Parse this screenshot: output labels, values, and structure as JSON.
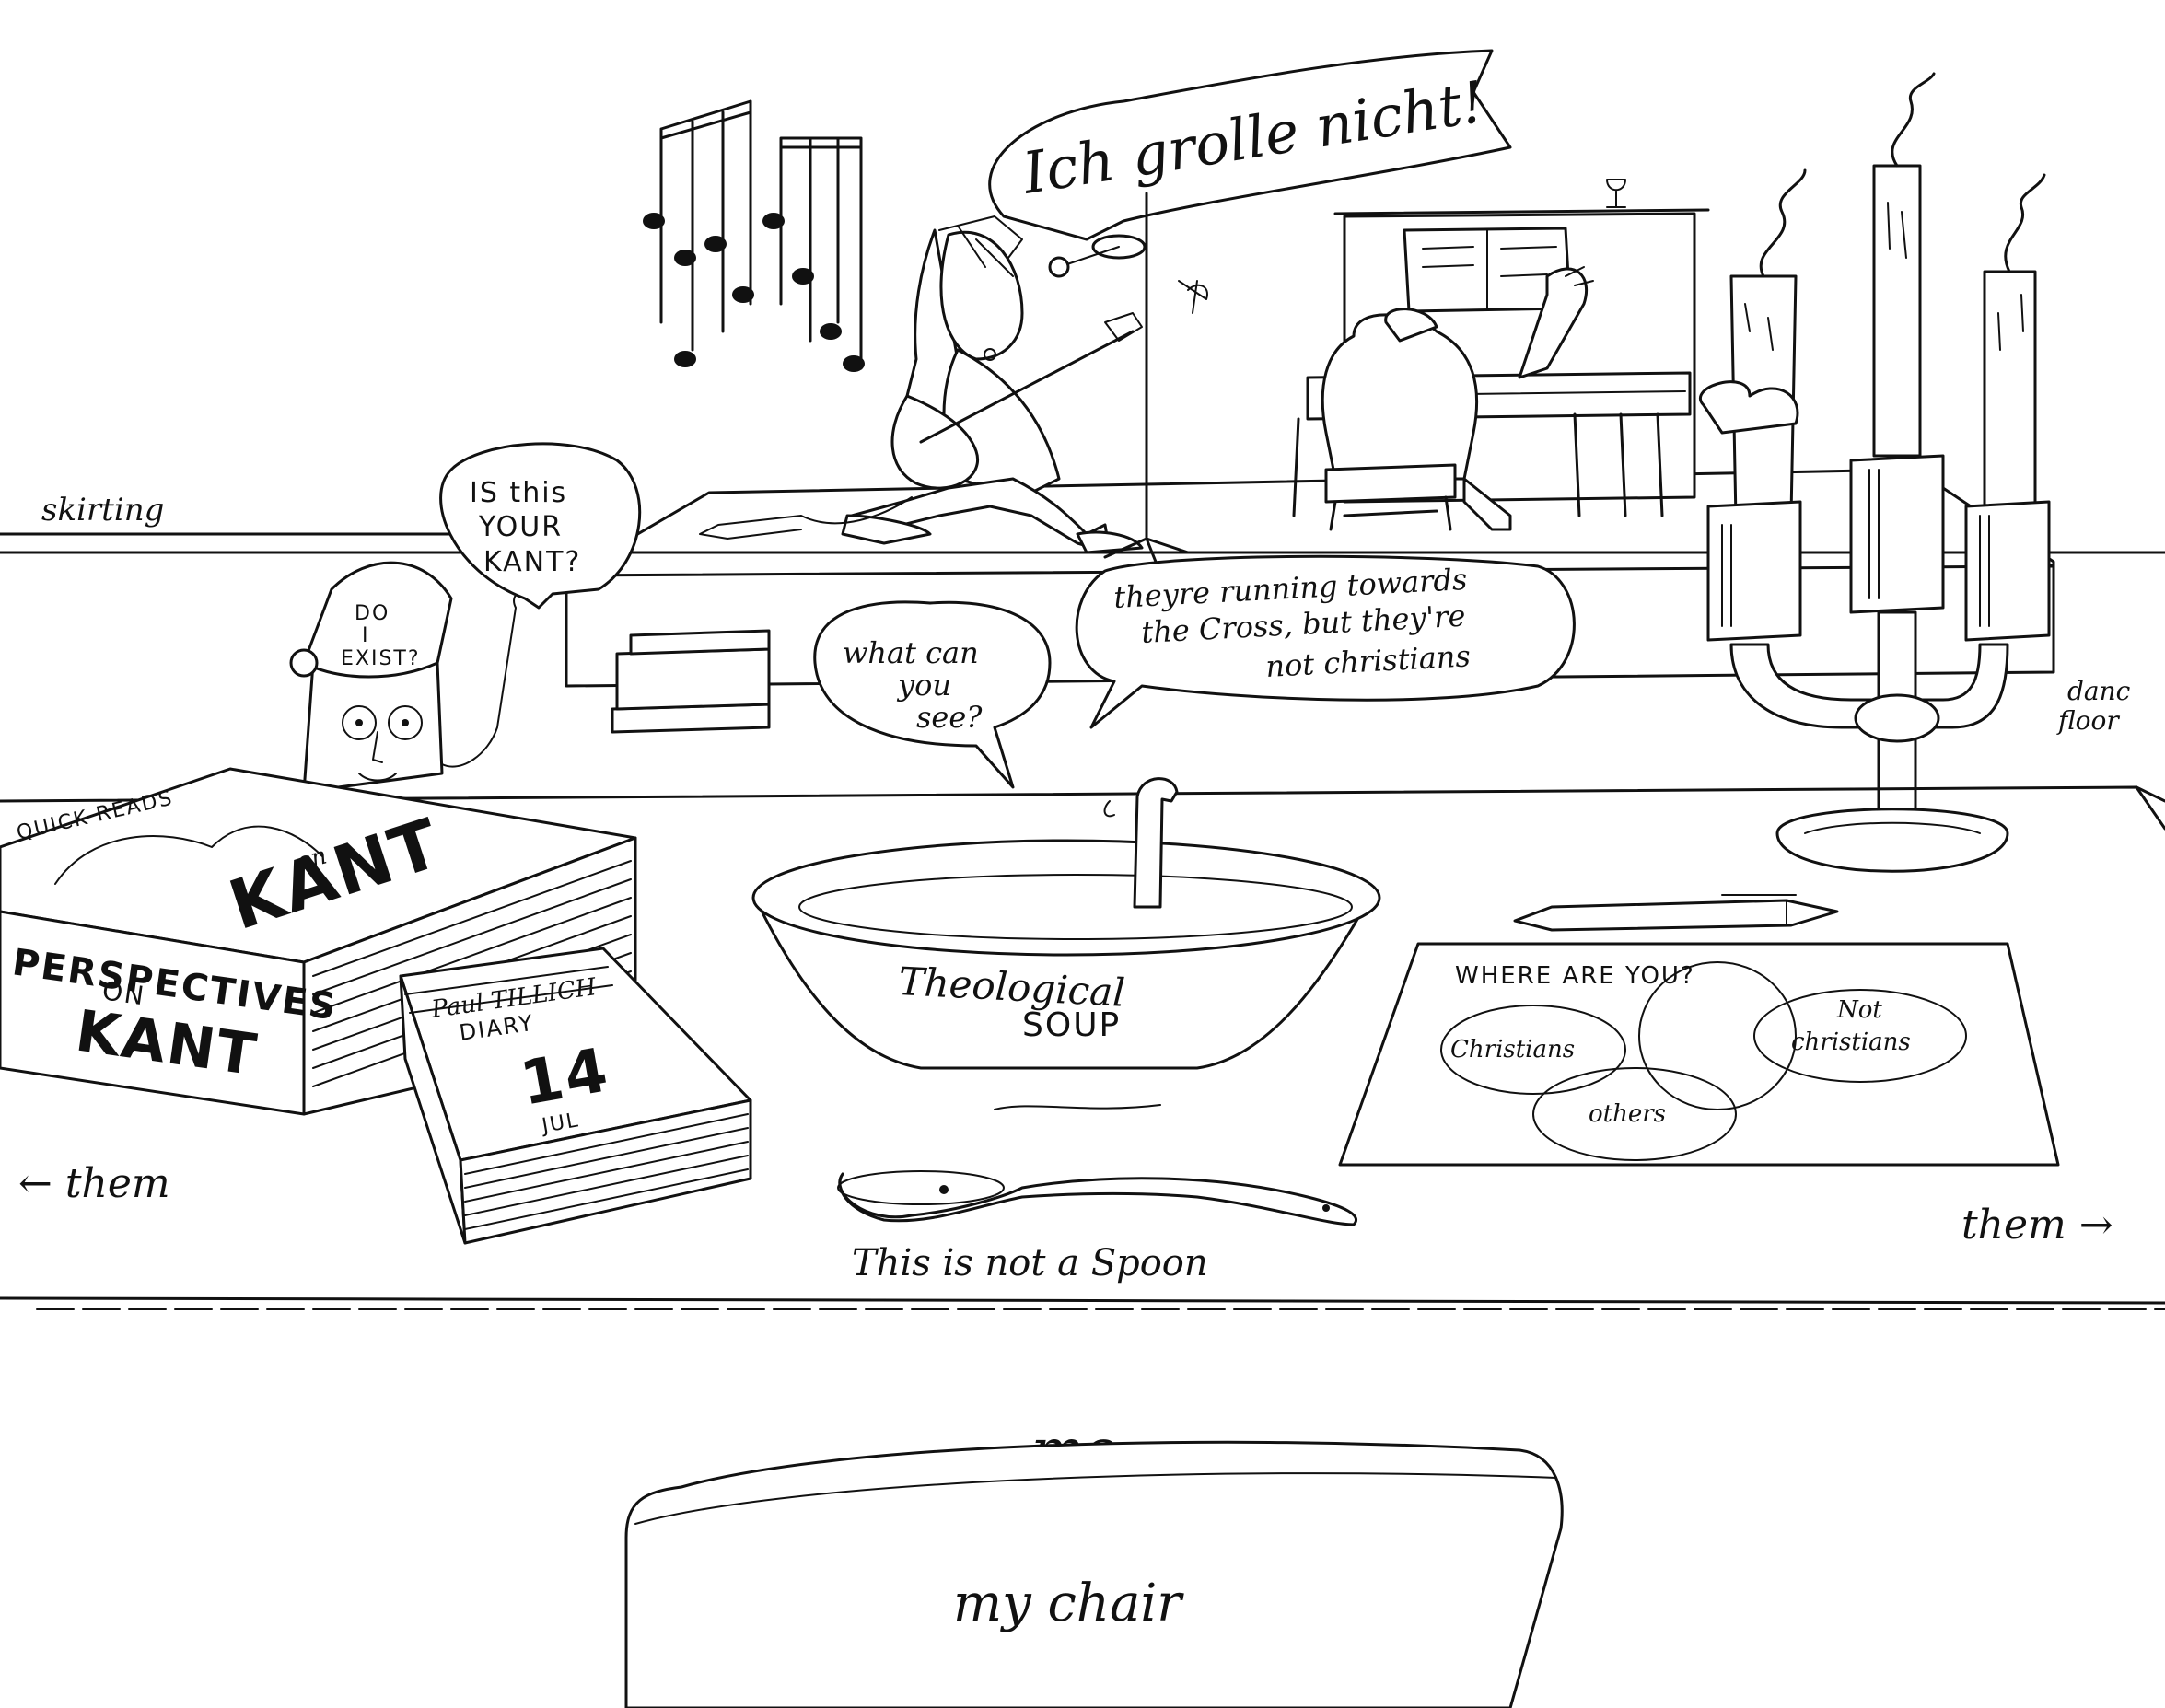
{
  "speech": {
    "singer": "Ich grolle nicht!",
    "kant_line1": "IS this",
    "kant_line2": "YOUR",
    "kant_line3": "KANT?",
    "see_line1": "what can",
    "see_line2": "you",
    "see_line3": "see?",
    "cross_line1": "theyre running towards",
    "cross_line2": "the Cross, but they're",
    "cross_line3": "not christians"
  },
  "hat": {
    "line1": "DO",
    "line2": "I",
    "line3": "EXIST?"
  },
  "books": {
    "quick_reads": "QUICK READS",
    "on": "on",
    "kant_title": "KANT",
    "perspectives": "PERSPECTIVES",
    "on2": "ON",
    "kant_side": "KANT"
  },
  "diary": {
    "line1": "Paul TILLICH",
    "line2": "DIARY",
    "day": "14",
    "month": "JUL"
  },
  "soup": {
    "line1": "Theological",
    "line2": "SOUP"
  },
  "venn": {
    "title": "WHERE ARE YOU?",
    "left": "Christians",
    "right_line1": "Not",
    "right_line2": "christians",
    "bottom": "others"
  },
  "labels": {
    "skirting": "skirting",
    "dance_floor_line1": "danc",
    "dance_floor_line2": "floor",
    "them_left": "← them",
    "them_right": "them →",
    "spoon": "This is not a Spoon",
    "me": "me",
    "chair": "my chair"
  }
}
